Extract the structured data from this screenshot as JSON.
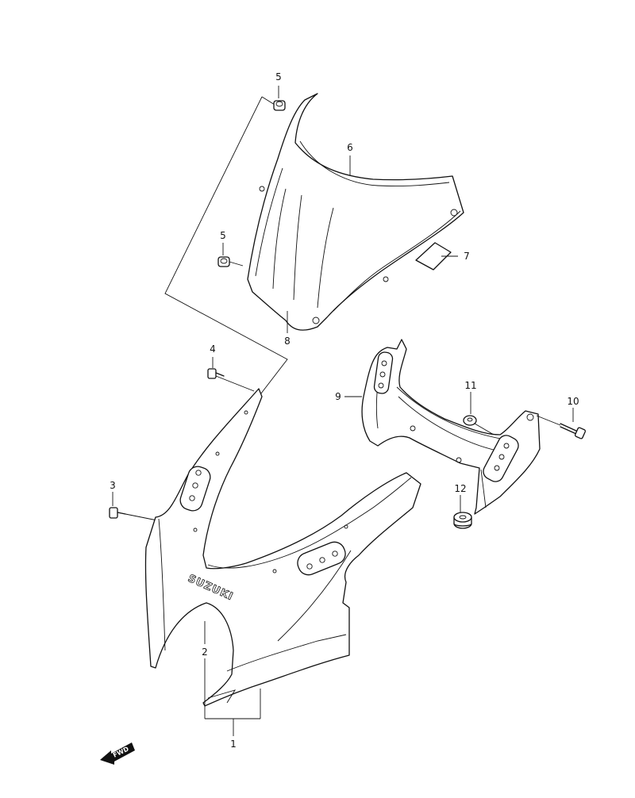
{
  "parts": [
    {
      "id": "1",
      "label": "1"
    },
    {
      "id": "2",
      "label": "2"
    },
    {
      "id": "3",
      "label": "3"
    },
    {
      "id": "4",
      "label": "4"
    },
    {
      "id": "5a",
      "label": "5"
    },
    {
      "id": "5b",
      "label": "5"
    },
    {
      "id": "6",
      "label": "6"
    },
    {
      "id": "7",
      "label": "7"
    },
    {
      "id": "8",
      "label": "8"
    },
    {
      "id": "9",
      "label": "9"
    },
    {
      "id": "10",
      "label": "10"
    },
    {
      "id": "11",
      "label": "11"
    },
    {
      "id": "12",
      "label": "12"
    }
  ],
  "brand_text": "SUZUKI",
  "fwd_text": "FWD"
}
